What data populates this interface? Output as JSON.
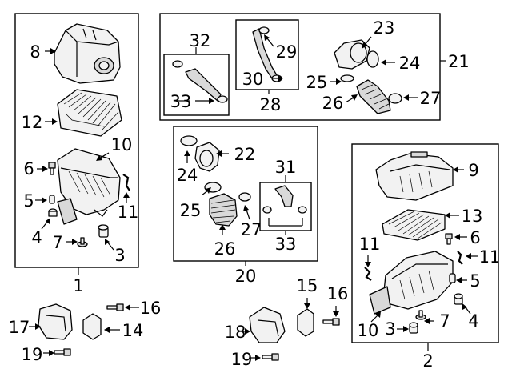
{
  "diagram": {
    "group_labels": {
      "g1": "1",
      "g2": "2",
      "g20": "20",
      "g21": "21",
      "g28": "28",
      "g31": "31",
      "g32": "32",
      "g33a": "33",
      "g33b": "33"
    },
    "callouts": {
      "left_8": "8",
      "left_12": "12",
      "left_10": "10",
      "left_6": "6",
      "left_5": "5",
      "left_4": "4",
      "left_7": "7",
      "left_3": "3",
      "left_11": "11",
      "tr_29": "29",
      "tr_30": "30",
      "tr_23": "23",
      "tr_24": "24",
      "tr_25": "25",
      "tr_26": "26",
      "tr_27": "27",
      "mid_22": "22",
      "mid_24": "24",
      "mid_25": "25",
      "mid_26": "26",
      "mid_27": "27",
      "right_9": "9",
      "right_13": "13",
      "right_6": "6",
      "right_11a": "11",
      "right_11b": "11",
      "right_5": "5",
      "right_4": "4",
      "right_7": "7",
      "right_3": "3",
      "right_10": "10",
      "bl_17": "17",
      "bl_16": "16",
      "bl_14": "14",
      "bl_19": "19",
      "bm_15": "15",
      "bm_16": "16",
      "bm_18": "18",
      "bm_19": "19"
    }
  }
}
